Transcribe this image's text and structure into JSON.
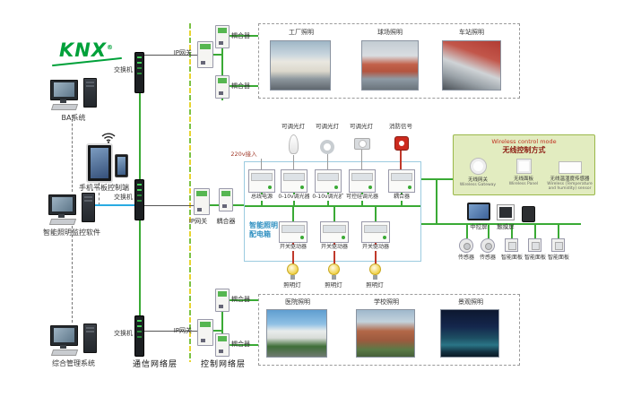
{
  "logo": {
    "text": "KNX",
    "reg": "®"
  },
  "left_panel": {
    "pc1_label": "BA系统",
    "tablet_label": "手机平板控制端",
    "pc2_label": "智能照明监控软件",
    "pc3_label": "综合管理系统"
  },
  "network": {
    "switches": [
      "交换机",
      "交换机",
      "交换机"
    ],
    "gateways": [
      "IP网关",
      "IP网关",
      "IP网关"
    ],
    "couplers": [
      "耦合器",
      "耦合器",
      "耦合器",
      "耦合器",
      "耦合器"
    ]
  },
  "layer_labels": {
    "comm": "通信网络层",
    "control": "控制网络层"
  },
  "top_gallery": {
    "photos": [
      {
        "label": "工厂照明"
      },
      {
        "label": "球场照明"
      },
      {
        "label": "车站照明"
      }
    ]
  },
  "bottom_gallery": {
    "photos": [
      {
        "label": "医院照明"
      },
      {
        "label": "学校照明"
      },
      {
        "label": "景观照明"
      }
    ]
  },
  "dist_box": {
    "title_line1": "智能照明",
    "title_line2": "配电箱",
    "input_label": "220v接入",
    "icon_labels": [
      "可调光灯",
      "可调光灯",
      "可调光灯",
      "消防信号"
    ],
    "top_modules": [
      "总线电源",
      "0-10v调光器",
      "0-10v调光器",
      "可控硅调光器",
      "耦合器"
    ],
    "mid_modules": [
      "开关驱动器",
      "开关驱动器",
      "开关驱动器"
    ],
    "lamp_labels": [
      "照明灯",
      "照明灯",
      "照明灯"
    ]
  },
  "wireless_box": {
    "title_en": "Wireless control mode",
    "title_zh": "无线控制方式",
    "items": [
      {
        "zh": "无线网关",
        "en": "Wireless Gateway"
      },
      {
        "zh": "无线面板",
        "en": "Wireless Panel"
      },
      {
        "zh": "无线温湿度传感器",
        "en": "Wireless (Temperature and humidity) sensor"
      }
    ]
  },
  "right_devices": {
    "screens": [
      {
        "label": "中控屏"
      },
      {
        "label": "触摸屏"
      }
    ],
    "sensors": [
      {
        "label": "传感器"
      },
      {
        "label": "传感器"
      }
    ],
    "panels": [
      {
        "label": "智能面板"
      },
      {
        "label": "智能面板"
      },
      {
        "label": "智能面板"
      }
    ]
  },
  "colors": {
    "knx_green": "#00a13a",
    "bus_green": "#3aaa35",
    "ethernet_blue": "#29abe2",
    "alarm_red": "#cc2a1e",
    "wireless_bg": "#e2ecc0",
    "distbox_border": "#9ccbe0"
  }
}
